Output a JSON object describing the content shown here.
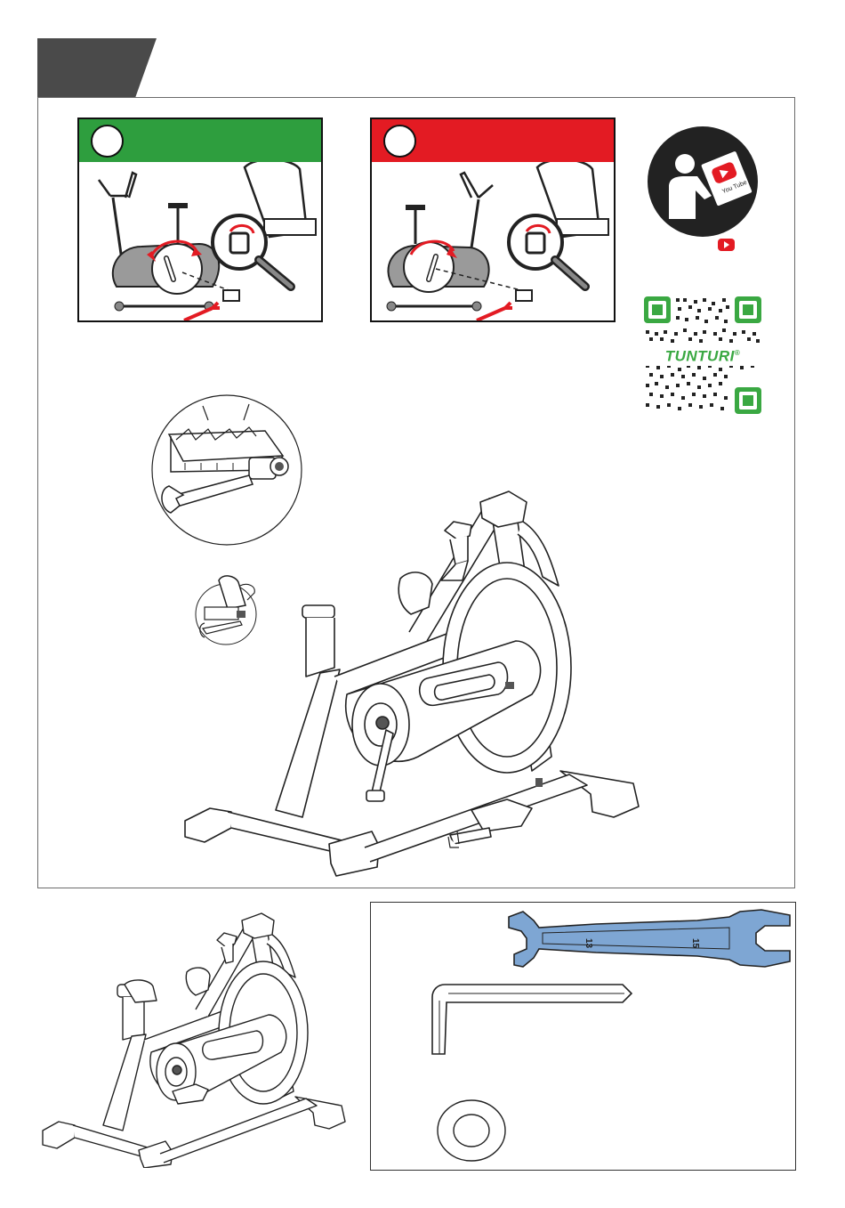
{
  "step": {
    "tab_label": "",
    "tab_color": "#4a4a4a"
  },
  "panels": {
    "correct": {
      "number": "",
      "bar_color": "#2e9e3e",
      "arrow_color": "#e31b23"
    },
    "wrong": {
      "number": "",
      "bar_color": "#e31b23",
      "arrow_color": "#e31b23"
    }
  },
  "video": {
    "icon": "watch-video-icon",
    "screen_text": "You Tube",
    "badge_icon": "youtube-play-icon",
    "badge_color": "#e31b23"
  },
  "qr": {
    "brand": "TUNTURI",
    "registered_mark": "®",
    "brand_color": "#3aa842",
    "finder_color": "#3aa842"
  },
  "tools": {
    "wrench_small_size": "13",
    "wrench_large_size": "15",
    "wrench_color": "#7ea6d3",
    "items": [
      "open-end-wrench",
      "allen-key",
      "washer"
    ]
  }
}
